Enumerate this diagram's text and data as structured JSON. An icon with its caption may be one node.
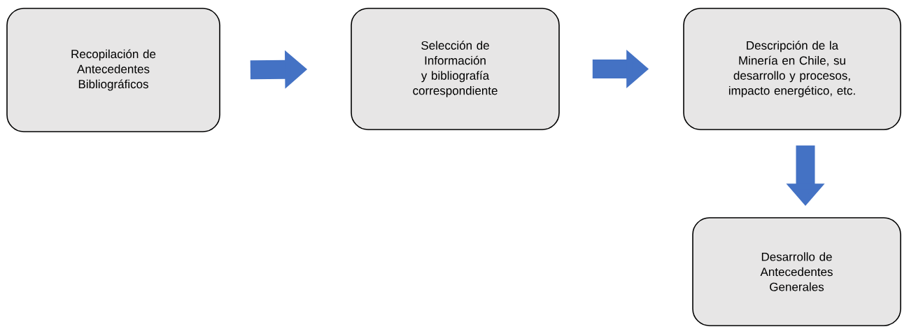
{
  "diagram": {
    "nodes": [
      {
        "text": [
          "Recopilación de Antecedentes Bibliográficos"
        ]
      },
      {
        "text": [
          "Selección de Información y bibliografía correspondiente"
        ]
      },
      {
        "text": [
          "Descripción de la Minería en Chile, su desarrollo y procesos, impacto energético, etc."
        ]
      },
      {
        "text": [
          "Desarrollo de Antecedentes Generales"
        ]
      }
    ],
    "edges": [
      {
        "from": 0,
        "to": 1,
        "arrow": "to"
      },
      {
        "from": 1,
        "to": 2,
        "arrow": "to"
      },
      {
        "from": 2,
        "to": 3,
        "arrow": "to"
      }
    ]
  }
}
